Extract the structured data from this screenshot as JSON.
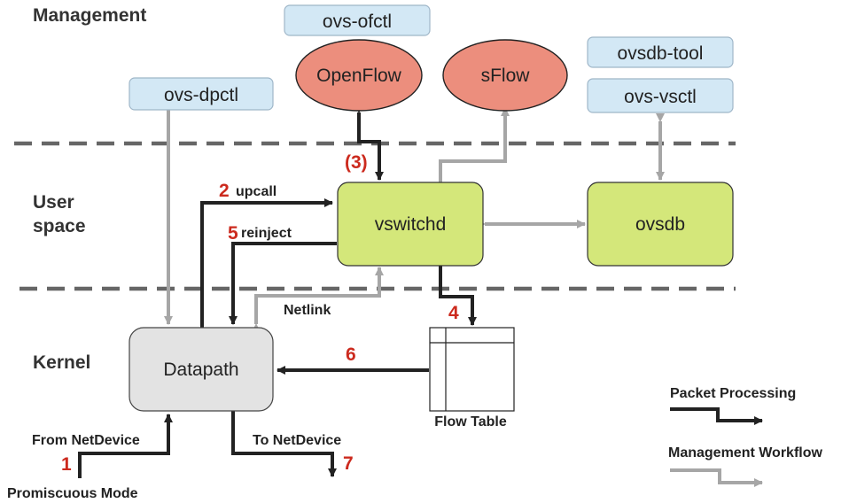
{
  "layers": {
    "management": "Management",
    "user_space_line1": "User",
    "user_space_line2": "space",
    "kernel": "Kernel"
  },
  "nodes": {
    "ovs_ofctl": "ovs-ofctl",
    "openflow": "OpenFlow",
    "sflow": "sFlow",
    "ovsdb_tool": "ovsdb-tool",
    "ovs_vsctl": "ovs-vsctl",
    "ovs_dpctl": "ovs-dpctl",
    "vswitchd": "vswitchd",
    "ovsdb": "ovsdb",
    "datapath": "Datapath",
    "flow_table": "Flow Table"
  },
  "edges": {
    "step3": "(3)",
    "step2_num": "2",
    "upcall": "upcall",
    "step5_num": "5",
    "reinject": "reinject",
    "netlink": "Netlink",
    "step4_num": "4",
    "step6_num": "6",
    "from_netdevice": "From NetDevice",
    "step1_num": "1",
    "promiscuous_mode": "Promiscuous Mode",
    "to_netdevice": "To NetDevice",
    "step7_num": "7"
  },
  "legend": {
    "packet_processing": "Packet Processing",
    "management_workflow": "Management Workflow"
  },
  "colors": {
    "tool_box": "#d3e8f5",
    "protocol_ellipse": "#ec8e7d",
    "userspace_box": "#d4e77a",
    "kernel_box": "#e3e3e3",
    "packet_arrow": "#222222",
    "management_arrow": "#a6a6a6",
    "step_number": "#cc2a1e"
  }
}
